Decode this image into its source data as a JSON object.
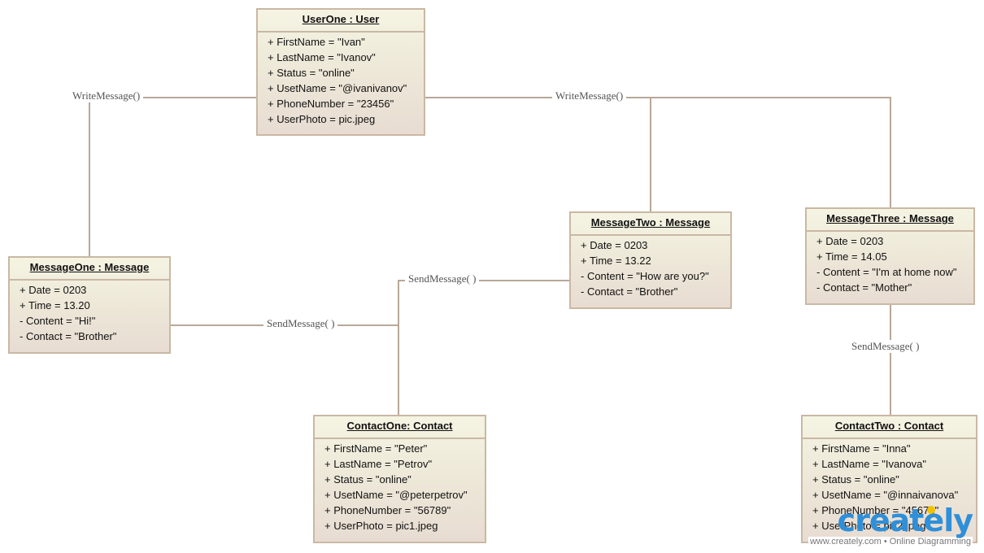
{
  "diagram": {
    "objects": {
      "user_one": {
        "title": "UserOne : User",
        "attributes": [
          "+ FirstName = \"Ivan\"",
          "+ LastName = \"Ivanov\"",
          "+ Status = \"online\"",
          "+ UsetName = \"@ivanivanov\"",
          "+ PhoneNumber = \"23456\"",
          "+ UserPhoto = pic.jpeg"
        ]
      },
      "message_one": {
        "title": "MessageOne : Message",
        "attributes": [
          "+ Date = 0203",
          "+ Time = 13.20",
          "- Content = \"Hi!\"",
          "- Contact = \"Brother\""
        ]
      },
      "message_two": {
        "title": "MessageTwo : Message",
        "attributes": [
          "+ Date = 0203",
          "+ Time = 13.22",
          "- Content = \"How are you?\"",
          "- Contact = \"Brother\""
        ]
      },
      "message_three": {
        "title": "MessageThree : Message",
        "attributes": [
          "+ Date = 0203",
          "+ Time = 14.05",
          "- Content = \"I'm at home now\"",
          "- Contact = \"Mother\""
        ]
      },
      "contact_one": {
        "title": "ContactOne: Contact",
        "attributes": [
          "+ FirstName = \"Peter\"",
          "+ LastName = \"Petrov\"",
          "+ Status = \"online\"",
          "+ UsetName = \"@peterpetrov\"",
          "+ PhoneNumber = \"56789\"",
          "+ UserPhoto = pic1.jpeg"
        ]
      },
      "contact_two": {
        "title": "ContactTwo : Contact",
        "attributes": [
          "+ FirstName = \"Inna\"",
          "+ LastName = \"Ivanova\"",
          "+ Status = \"online\"",
          "+ UsetName = \"@innaivanova\"",
          "+ PhoneNumber = \"45678\"",
          "+ UserPhoto = pic2.jpeg"
        ]
      }
    },
    "links": {
      "write_left": "WriteMessage()",
      "write_right": "WriteMessage()",
      "send_one": "SendMessage( )",
      "send_two": "SendMessage( )",
      "send_three": "SendMessage( )"
    }
  },
  "watermark": {
    "logo": "creately",
    "tagline": "www.creately.com • Online Diagramming"
  },
  "colors": {
    "border": "#c9b8a4",
    "line": "#b8a898",
    "logo": "#2f8fd8"
  }
}
